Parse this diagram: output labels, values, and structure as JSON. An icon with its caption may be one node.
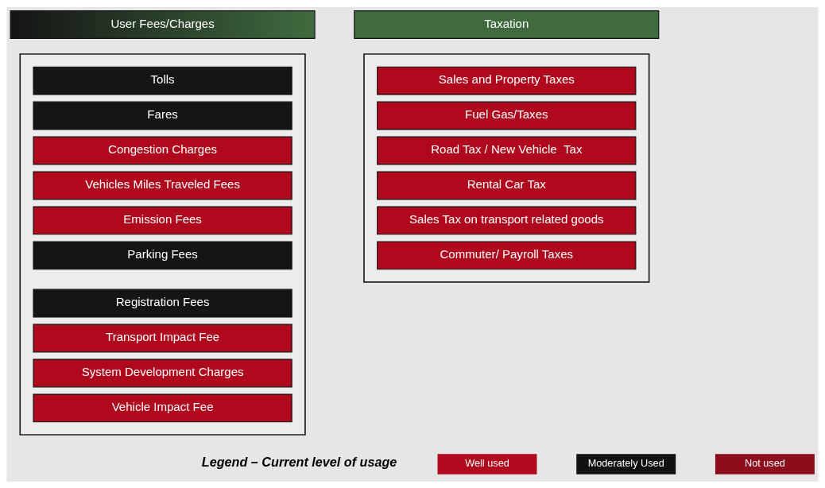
{
  "diagram": {
    "nodes": [
      {
        "text": [
          "User Fees/Charges"
        ]
      },
      {
        "text": [],
        "shape": "box"
      },
      {
        "text": [
          "Tolls"
        ],
        "in": 1
      },
      {
        "text": [
          "Fares"
        ],
        "in": 1
      },
      {
        "text": [
          "Congestion Charges"
        ],
        "in": 1
      },
      {
        "text": [
          "Vehicles Miles Traveled Fees"
        ],
        "in": 1
      },
      {
        "text": [
          "Emission Fees"
        ],
        "in": 1
      },
      {
        "text": [
          "Parking Fees"
        ],
        "in": 1
      },
      {
        "text": [
          "Registration Fees"
        ],
        "in": 1
      },
      {
        "text": [
          "Transport Impact Fee"
        ],
        "in": 1
      },
      {
        "text": [
          "System Development Charges"
        ],
        "in": 1
      },
      {
        "text": [
          "Vehicle Impact Fee"
        ],
        "in": 1
      },
      {
        "text": [
          "Taxation"
        ]
      },
      {
        "text": [],
        "shape": "box"
      },
      {
        "text": [
          "Sales and Property Taxes"
        ],
        "in": 13
      },
      {
        "text": [
          "Fuel Gas/Taxes"
        ],
        "in": 13
      },
      {
        "text": [
          "Road Tax / New Vehicle  Tax"
        ],
        "in": 13
      },
      {
        "text": [
          "Rental Car Tax"
        ],
        "in": 13
      },
      {
        "text": [
          "Sales Tax on transport related goods"
        ],
        "in": 13
      },
      {
        "text": [
          "Commuter/ Payroll Taxes"
        ],
        "in": 13
      }
    ],
    "edges": [],
    "labels": [
      "Legend – Current level of usage"
    ],
    "legend": [
      {
        "text": "Well used",
        "color": "#b0081c"
      },
      {
        "text": "Moderately Used",
        "color": "#111111"
      },
      {
        "text": "Not used",
        "color": "#8e0d1c"
      }
    ]
  }
}
